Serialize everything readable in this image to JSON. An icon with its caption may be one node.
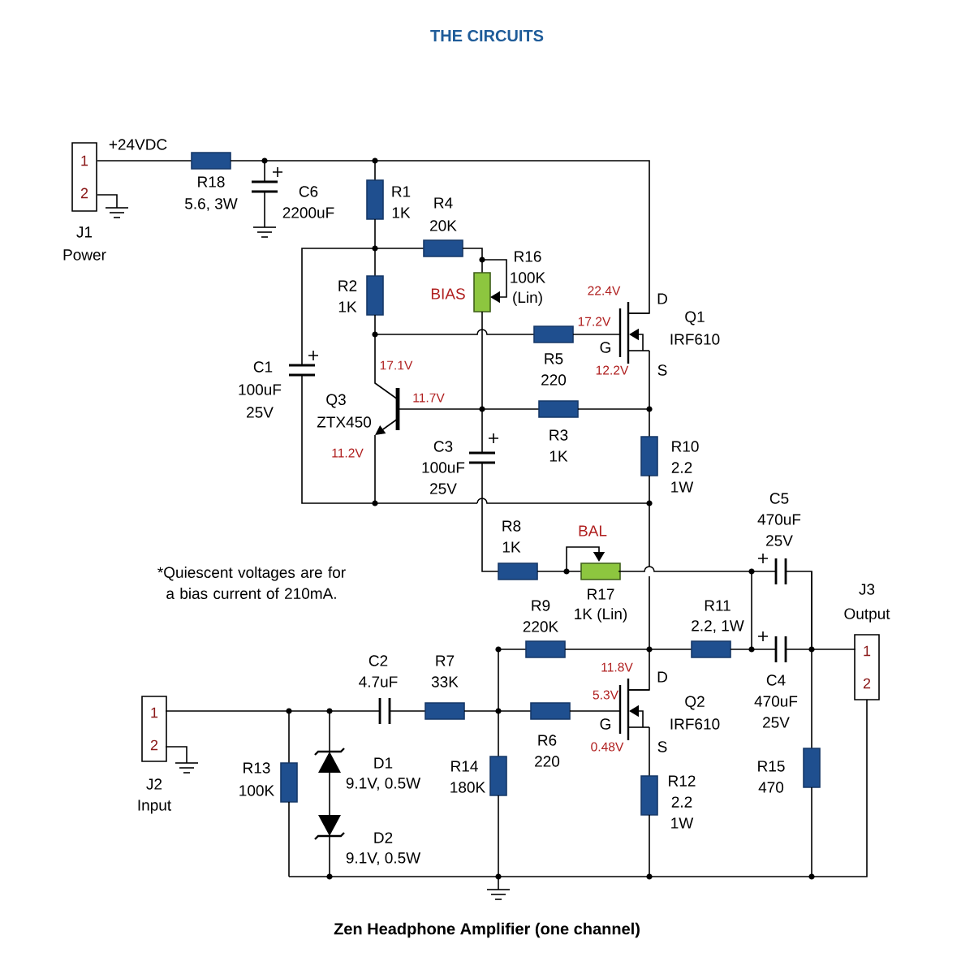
{
  "diagram": {
    "title": "THE CIRCUITS",
    "caption": "Zen Headphone Amplifier (one channel)",
    "nodes": [
      {
        "text": [
          "1",
          "2"
        ],
        "beside": [
          "J1",
          "Power"
        ]
      },
      {
        "text": [
          "1",
          "2"
        ],
        "beside": [
          "J2",
          "Input"
        ]
      },
      {
        "text": [
          "1",
          "2"
        ],
        "beside": [
          "J3",
          "Output"
        ]
      }
    ],
    "labels": [
      "+24VDC",
      "R18",
      "5.6, 3W",
      "C6",
      "2200uF",
      "R1",
      "1K",
      "R4",
      "20K",
      "R16",
      "100K",
      "(Lin)",
      "22.4V",
      "D",
      "R2",
      "1K",
      "BIAS",
      "17.2V",
      "Q1",
      "IRF610",
      "G",
      "17.1V",
      "C1",
      "R5",
      "220",
      "12.2V",
      "S",
      "100uF",
      "Q3",
      "11.7V",
      "ZTX450",
      "25V",
      "R3",
      "1K",
      "R10",
      "C3",
      "11.2V",
      "2.2",
      "100uF",
      "1W",
      "25V",
      "C5",
      "BAL",
      "R8",
      "470uF",
      "1K",
      "25V",
      "*Quiescent voltages are for a bias current of 210mA.",
      "R17",
      "R9",
      "R11",
      "1K (Lin)",
      "220K",
      "2.2, 1W",
      "C2",
      "R7",
      "11.8V",
      "D",
      "C4",
      "4.7uF",
      "33K",
      "5.3V",
      "Q2",
      "470uF",
      "IRF610",
      "G",
      "25V",
      "R6",
      "0.48V",
      "S",
      "220",
      "D1",
      "R13",
      "R14",
      "R15",
      "R12",
      "9.1V, 0.5W",
      "100K",
      "180K",
      "470",
      "2.2",
      "1W",
      "D2",
      "9.1V, 0.5W"
    ]
  }
}
